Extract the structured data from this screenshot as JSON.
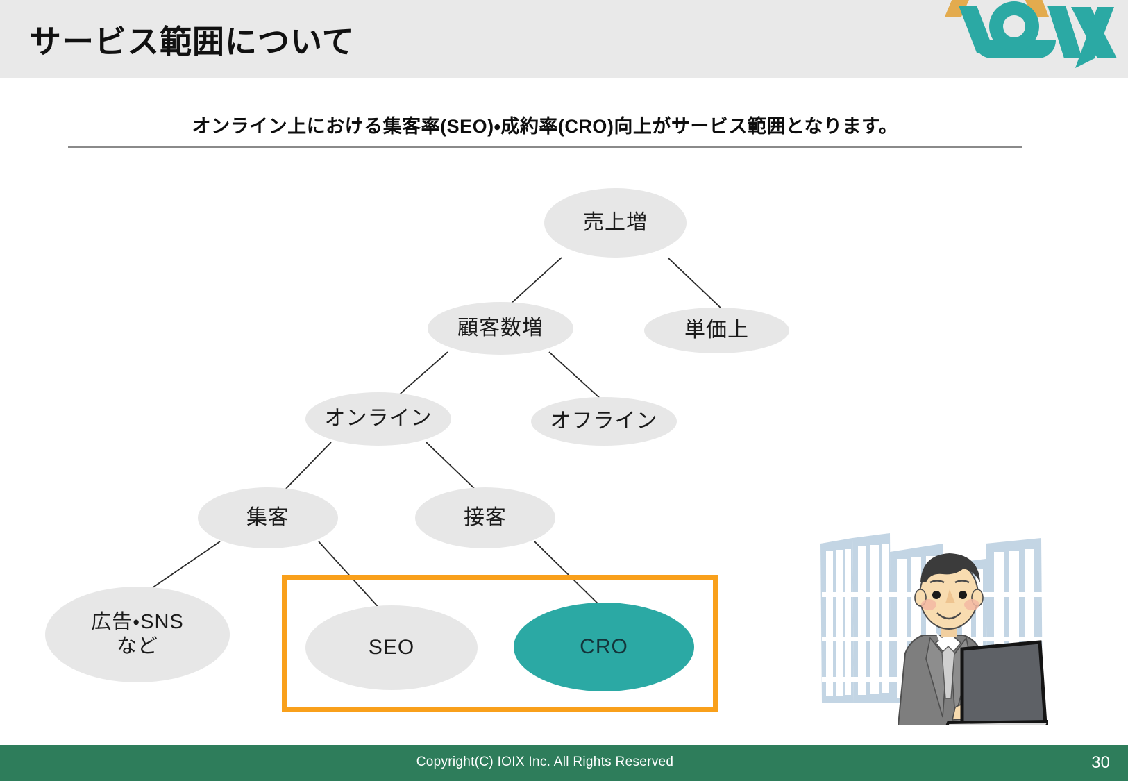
{
  "header": {
    "title": "サービス範囲について",
    "background_color": "#e9e9e9",
    "logo_name": "IOIX",
    "logo_color": "#2ba9a4",
    "logo_accent_color": "#e3ab4e"
  },
  "subtitle": {
    "text": "オンライン上における集客率(SEO)・成約率(CRO)向上がサービス範囲となります。"
  },
  "diagram": {
    "type": "logic-tree",
    "node_fill_color": "#e7e7e7",
    "highlight_node_color": "#2ba9a4",
    "highlight_box_color": "#f9a01b",
    "nodes": [
      {
        "id": "uriage",
        "label": "売上増",
        "level": 0
      },
      {
        "id": "kokyaku",
        "label": "顧客数増",
        "level": 1
      },
      {
        "id": "tanka",
        "label": "単価上",
        "level": 1
      },
      {
        "id": "online",
        "label": "オンライン",
        "level": 2
      },
      {
        "id": "offline",
        "label": "オフライン",
        "level": 2
      },
      {
        "id": "shukyaku",
        "label": "集客",
        "level": 3
      },
      {
        "id": "sekkyaku",
        "label": "接客",
        "level": 3
      },
      {
        "id": "kokoku",
        "label": "広告・SNS\nなど",
        "level": 4
      },
      {
        "id": "seo",
        "label": "SEO",
        "level": 4
      },
      {
        "id": "cro",
        "label": "CRO",
        "level": 4,
        "highlighted": true
      }
    ],
    "edges": [
      {
        "from": "uriage",
        "to": "kokyaku"
      },
      {
        "from": "uriage",
        "to": "tanka"
      },
      {
        "from": "kokyaku",
        "to": "online"
      },
      {
        "from": "kokyaku",
        "to": "offline"
      },
      {
        "from": "online",
        "to": "shukyaku"
      },
      {
        "from": "online",
        "to": "sekkyaku"
      },
      {
        "from": "shukyaku",
        "to": "kokoku"
      },
      {
        "from": "shukyaku",
        "to": "seo"
      },
      {
        "from": "sekkyaku",
        "to": "cro"
      }
    ],
    "node_labels": {
      "uriage": "売上増",
      "kokyaku": "顧客数増",
      "tanka": "単価上",
      "online": "オンライン",
      "offline": "オフライン",
      "shukyaku": "集客",
      "sekkyaku": "接客",
      "kokoku_line1": "広告・SNS",
      "kokoku_line2": "など",
      "seo": "SEO",
      "cro": "CRO"
    }
  },
  "illustration": {
    "name": "businessman-with-laptop",
    "skin_color": "#f7dcb0",
    "hair_color": "#3b3b3b",
    "suit_color": "#7e7e7e",
    "building_color": "#c3d5e4"
  },
  "footer": {
    "copyright": "Copyright(C) IOIX Inc. All Rights Reserved",
    "page_number": "30",
    "background_color": "#2e7d5b"
  }
}
